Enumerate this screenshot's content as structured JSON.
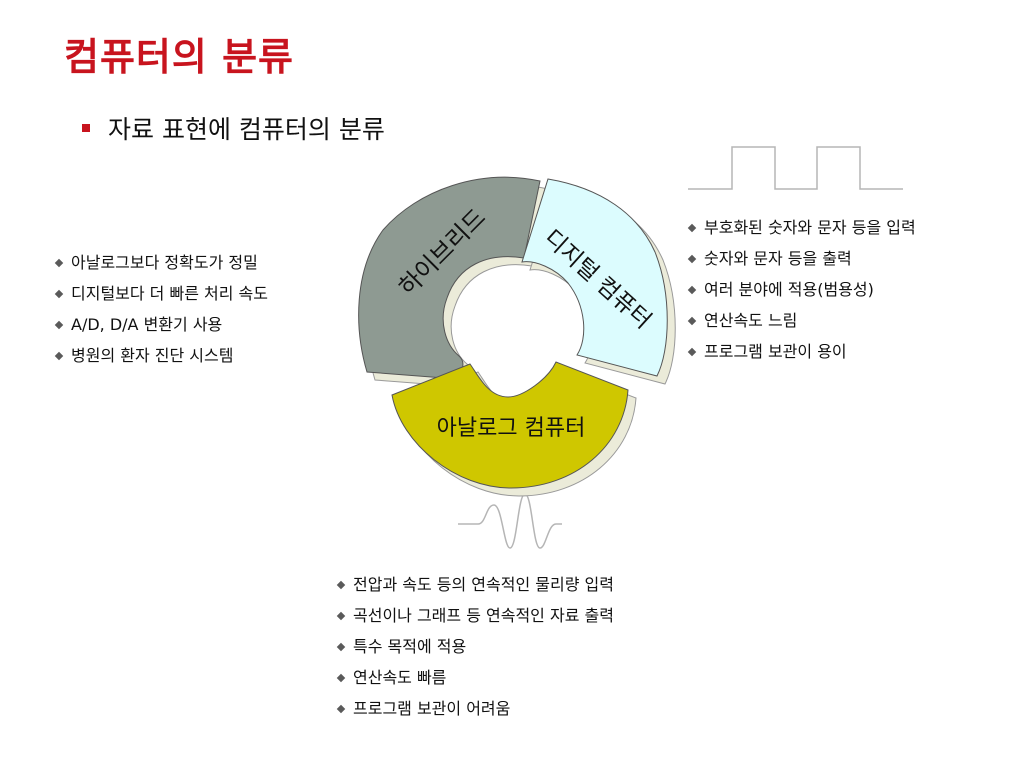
{
  "title": "컴퓨터의 분류",
  "subtitle": "자료 표현에 컴퓨터의 분류",
  "cycle": {
    "hybrid_label": "하이브리드",
    "digital_label": "디지털 컴퓨터",
    "analog_label": "아날로그 컴퓨터",
    "colors": {
      "hybrid": "#8e9a92",
      "digital": "#dcfcfe",
      "analog": "#cfc700"
    }
  },
  "hybrid_features": [
    "아날로그보다 정확도가 정밀",
    "디지털보다 더 빠른 처리 속도",
    "A/D, D/A 변환기 사용",
    "병원의 환자 진단 시스템"
  ],
  "digital_features": [
    "부호화된 숫자와 문자 등을 입력",
    "숫자와 문자 등을 출력",
    "여러 분야에 적용(범용성)",
    "연산속도 느림",
    "프로그램 보관이 용이"
  ],
  "analog_features": [
    "전압과 속도 등의 연속적인 물리량 입력",
    "곡선이나 그래프 등 연속적인 자료 출력",
    "특수 목적에 적용",
    "연산속도 빠름",
    "프로그램 보관이 어려움"
  ],
  "accent_color": "#c8141e"
}
